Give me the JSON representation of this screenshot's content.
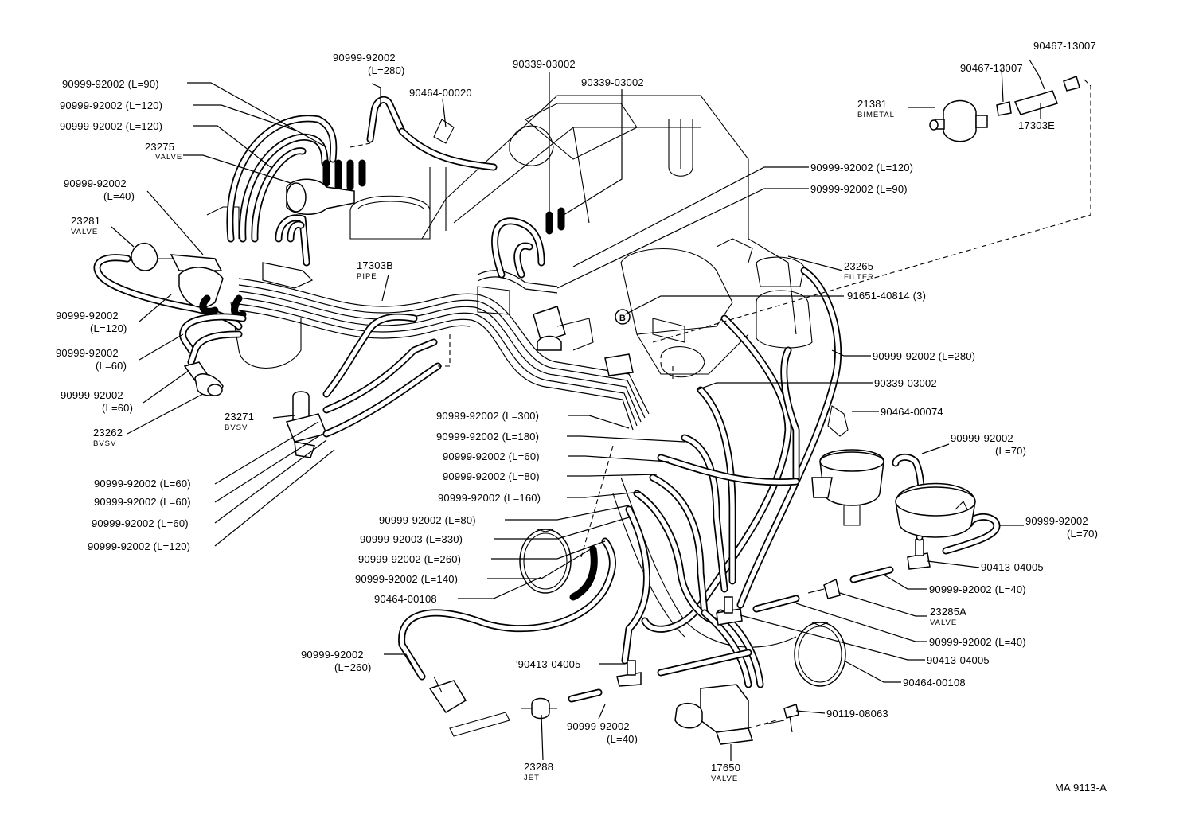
{
  "figure_code": "MA 9113-A",
  "labels": [
    {
      "id": "l01",
      "text": "90999-92002",
      "sub": "(L=280)"
    },
    {
      "id": "l02",
      "text": "90999-92002 (L=90)"
    },
    {
      "id": "l03",
      "text": "90999-92002 (L=120)"
    },
    {
      "id": "l04",
      "text": "90999-92002 (L=120)"
    },
    {
      "id": "l05",
      "text": "23275",
      "sub": "VALVE"
    },
    {
      "id": "l06",
      "text": "90999-92002",
      "sub": "(L=40)"
    },
    {
      "id": "l07",
      "text": "23281",
      "sub": "VALVE"
    },
    {
      "id": "l08",
      "text": "90999-92002",
      "sub": "(L=120)"
    },
    {
      "id": "l09",
      "text": "90999-92002",
      "sub": "(L=60)"
    },
    {
      "id": "l10",
      "text": "90999-92002",
      "sub": "(L=60)"
    },
    {
      "id": "l11",
      "text": "23262",
      "sub": "BVSV"
    },
    {
      "id": "l12",
      "text": "23271",
      "sub": "BVSV"
    },
    {
      "id": "l13",
      "text": "90999-92002 (L=60)"
    },
    {
      "id": "l14",
      "text": "90999-92002 (L=60)"
    },
    {
      "id": "l15",
      "text": "90999-92002 (L=60)"
    },
    {
      "id": "l16",
      "text": "90999-92002 (L=120)"
    },
    {
      "id": "l17",
      "text": "90464-00020"
    },
    {
      "id": "l18",
      "text": "90339-03002"
    },
    {
      "id": "l19",
      "text": "90339-03002"
    },
    {
      "id": "l20",
      "text": "17303B",
      "sub": "PIPE"
    },
    {
      "id": "l21",
      "text": "90999-92002 (L=120)"
    },
    {
      "id": "l22",
      "text": "90999-92002 (L=90)"
    },
    {
      "id": "l23",
      "text": "23265",
      "sub": "FILTER"
    },
    {
      "id": "l24",
      "text": "91651-40814 (3)"
    },
    {
      "id": "l25",
      "text": "90999-92002 (L=280)"
    },
    {
      "id": "l26",
      "text": "90339-03002"
    },
    {
      "id": "l27",
      "text": "90464-00074"
    },
    {
      "id": "l28",
      "text": "90999-92002",
      "sub": "(L=70)"
    },
    {
      "id": "l29",
      "text": "90999-92002",
      "sub": "(L=70)"
    },
    {
      "id": "l30",
      "text": "90413-04005"
    },
    {
      "id": "l31",
      "text": "90999-92002 (L=40)"
    },
    {
      "id": "l32",
      "text": "23285A",
      "sub": "VALVE"
    },
    {
      "id": "l33",
      "text": "90999-92002 (L=40)"
    },
    {
      "id": "l34",
      "text": "90413-04005"
    },
    {
      "id": "l35",
      "text": "90464-00108"
    },
    {
      "id": "l36",
      "text": "90119-08063"
    },
    {
      "id": "l37",
      "text": "90999-92002 (L=300)"
    },
    {
      "id": "l38",
      "text": "90999-92002 (L=180)"
    },
    {
      "id": "l39",
      "text": "90999-92002 (L=60)"
    },
    {
      "id": "l40",
      "text": "90999-92002 (L=80)"
    },
    {
      "id": "l41",
      "text": "90999-92002 (L=160)"
    },
    {
      "id": "l42",
      "text": "90999-92002 (L=80)"
    },
    {
      "id": "l43",
      "text": "90999-92003 (L=330)"
    },
    {
      "id": "l44",
      "text": "90999-92002 (L=260)"
    },
    {
      "id": "l45",
      "text": "90999-92002 (L=140)"
    },
    {
      "id": "l46",
      "text": "90464-00108"
    },
    {
      "id": "l47",
      "text": "90999-92002",
      "sub": "(L=260)"
    },
    {
      "id": "l48",
      "text": "'90413-04005"
    },
    {
      "id": "l49",
      "text": "90999-92002",
      "sub": "(L=40)"
    },
    {
      "id": "l50",
      "text": "23288",
      "sub": "JET"
    },
    {
      "id": "l51",
      "text": "17650",
      "sub": "VALVE"
    },
    {
      "id": "l52",
      "text": "90467-13007"
    },
    {
      "id": "l53",
      "text": "90467-13007"
    },
    {
      "id": "l54",
      "text": "21381",
      "sub": "BIMETAL"
    },
    {
      "id": "l55",
      "text": "17303E"
    }
  ],
  "callout_mark": "B"
}
